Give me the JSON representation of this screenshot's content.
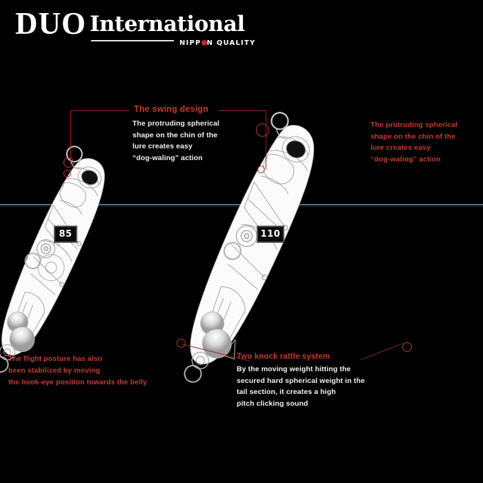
{
  "brand": {
    "name": "DUO",
    "line": "International",
    "tagline_pre": "NIPP",
    "tagline_post": "N QUALITY",
    "accent_red": "#cc2027"
  },
  "divider_color": "#9fd0de",
  "callout_swing": {
    "title": "The swing design",
    "body": "The protruding spherical\nshape on the chin of the\nlure creates easy\n“dog-waling” action",
    "border_color": "#a32a2a",
    "title_color": "#c0392b"
  },
  "right_note": {
    "text": "The protruding spherical\nshape on the chin of the\nlure creates easy\n“dog-waling” action",
    "color": "#c23b32"
  },
  "bottom_left_note": {
    "text": "The flight posture has also\nbeen stabilized by moving\nthe hook-eye position towards the belly",
    "color": "#c23b32"
  },
  "rattle_callout": {
    "title": "Two knock rattle system",
    "body": "By the moving weight hitting the\nsecured hard spherical weight in the\ntail section, it creates a high\npitch clicking sound",
    "title_color": "#c0392b"
  },
  "lures": [
    {
      "size_label": "85"
    },
    {
      "size_label": "110"
    }
  ]
}
